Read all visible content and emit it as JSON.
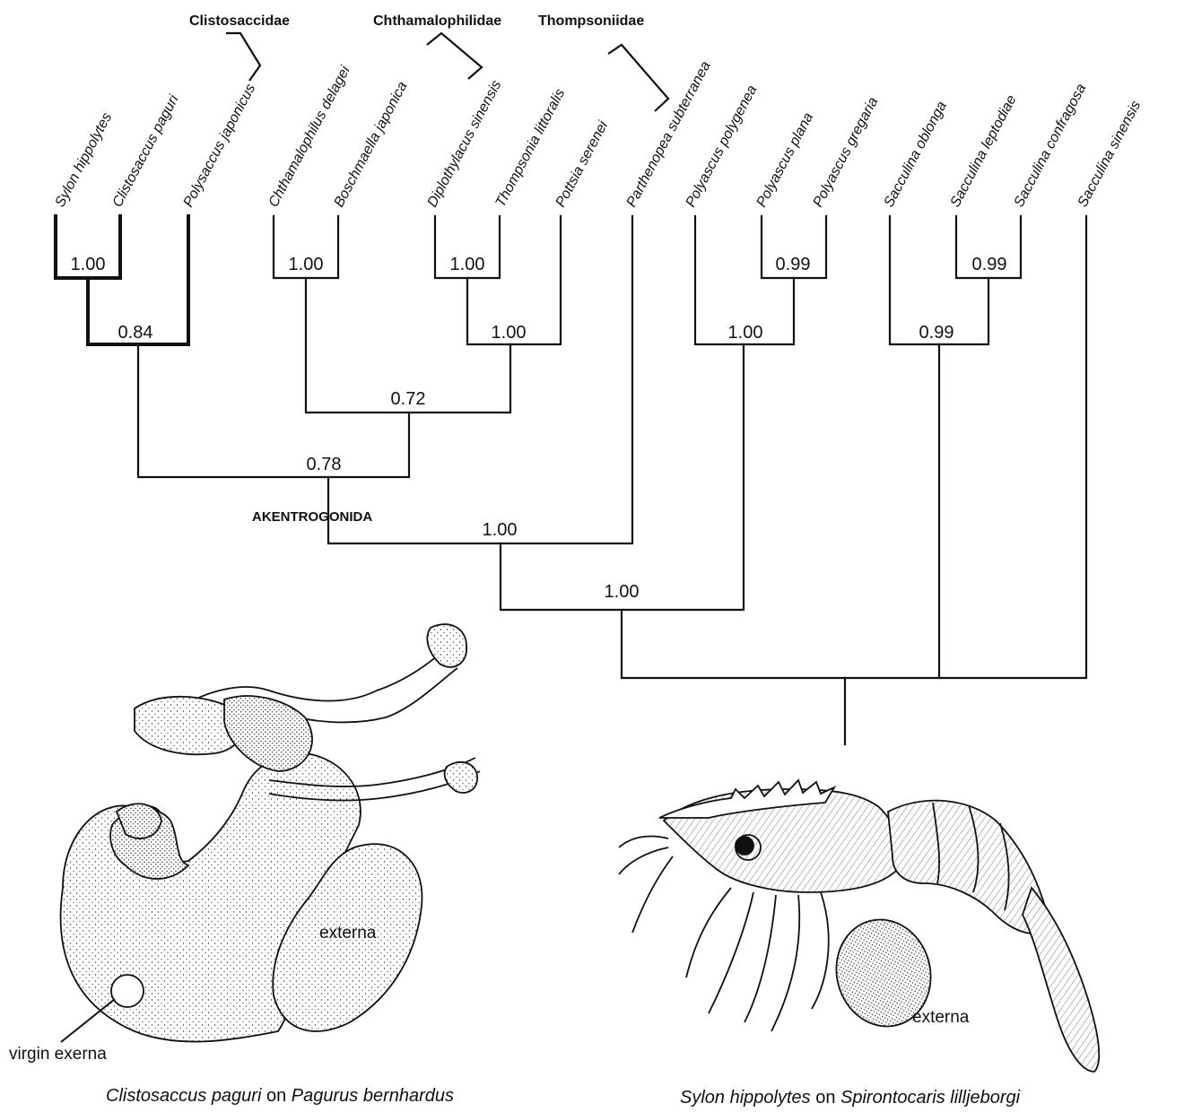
{
  "families": [
    {
      "id": "clistosaccidae",
      "label": "Clistosaccidae"
    },
    {
      "id": "chthamalophilidae",
      "label": "Chthamalophilidae"
    },
    {
      "id": "thompsoniidae",
      "label": "Thompsoniidae"
    }
  ],
  "taxa": [
    "Sylon hippolytes",
    "Clistosaccus paguri",
    "Polysaccus japonicus",
    "Chthamalophilus delagei",
    "Boschmaella japonica",
    "Diplothylacus sinensis",
    "Thompsonia littoralis",
    "Pottsia serenei",
    "Parthenopea subterranea",
    "Polyascus polygenea",
    "Polyascus plana",
    "Polyascus gregaria",
    "Sacculina oblonga",
    "Sacculina leptodiae",
    "Sacculina confragosa",
    "Sacculina sinensis"
  ],
  "support": {
    "sylon_clistosaccus": "1.00",
    "clistosaccidae": "0.84",
    "chthamalophilidae": "1.00",
    "diplothylacus_thompsonia": "1.00",
    "thompsoniidae": "1.00",
    "chth_thomp": "0.72",
    "akentrogonida": "0.78",
    "with_parthenopea": "1.00",
    "polyascus_pair": "0.99",
    "polyascus": "1.00",
    "with_polyascus": "1.00",
    "sacculina_pair": "0.99",
    "sacculina": "0.99"
  },
  "clade_label": "AKENTROGONIDA",
  "illustrations": {
    "left": {
      "caption_species": "Clistosaccus paguri",
      "caption_on": " on ",
      "caption_host": "Pagurus bernhardus",
      "label_externa": "externa",
      "label_virgin": "virgin exerna"
    },
    "right": {
      "caption_species": "Sylon hippolytes",
      "caption_on": " on ",
      "caption_host": "Spirontocaris lilljeborgi",
      "label_externa": "externa"
    }
  },
  "colors": {
    "ink": "#111111",
    "background": "#ffffff",
    "externa_fill": "#f2f2f2"
  }
}
